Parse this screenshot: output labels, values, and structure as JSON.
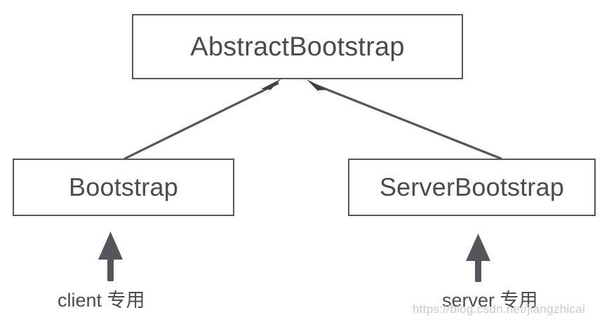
{
  "diagram": {
    "type": "uml-class-inheritance",
    "background_color": "#ffffff",
    "line_color": "#54565b",
    "text_color": "#4a4a50",
    "classes": [
      {
        "id": "abstract",
        "name": "AbstractBootstrap",
        "role": "superclass"
      },
      {
        "id": "bootstrap",
        "name": "Bootstrap",
        "role": "subclass"
      },
      {
        "id": "serverbootstrap",
        "name": "ServerBootstrap",
        "role": "subclass"
      }
    ],
    "relations": [
      {
        "from": "Bootstrap",
        "to": "AbstractBootstrap",
        "kind": "generalization"
      },
      {
        "from": "ServerBootstrap",
        "to": "AbstractBootstrap",
        "kind": "generalization"
      }
    ],
    "annotations": [
      {
        "id": "client",
        "text": "client 专用",
        "points_to": "Bootstrap"
      },
      {
        "id": "server",
        "text": "server 专用",
        "points_to": "ServerBootstrap"
      }
    ],
    "watermark": "https://blog.csdn.net/jiangzhicai"
  }
}
